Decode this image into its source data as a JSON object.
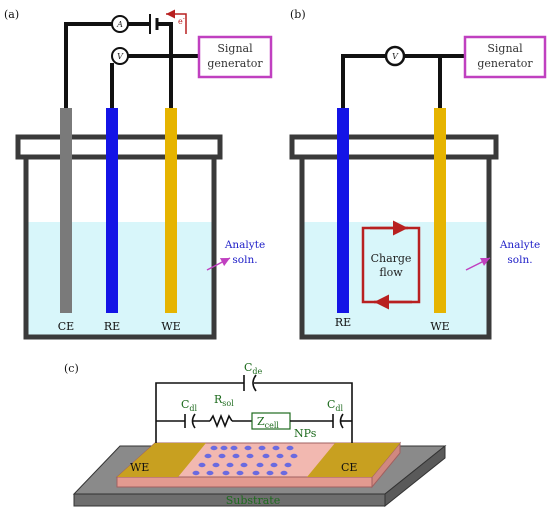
{
  "panel_a": {
    "label": "(a)",
    "signal_generator": [
      "Signal",
      "generator"
    ],
    "ammeter": "A",
    "voltmeter": "V",
    "electron": "e",
    "electron_sup": "-",
    "analyte": [
      "Analyte",
      "soln."
    ],
    "electrodes": [
      "CE",
      "RE",
      "WE"
    ]
  },
  "panel_b": {
    "label": "(b)",
    "signal_generator": [
      "Signal",
      "generator"
    ],
    "voltmeter": "V",
    "charge_flow": [
      "Charge",
      "flow"
    ],
    "analyte": [
      "Analyte",
      "soln."
    ],
    "electrodes": [
      "RE",
      "WE"
    ]
  },
  "panel_c": {
    "label": "(c)",
    "c_de": "C",
    "c_de_sub": "de",
    "c_dl": "C",
    "c_dl_sub": "dl",
    "r_sol": "R",
    "r_sol_sub": "sol",
    "z_cell": "Z",
    "z_cell_sub": "cell",
    "nps": "NPs",
    "we": "WE",
    "ce": "CE",
    "substrate": "Substrate"
  },
  "colors": {
    "ce": "#7a7a7a",
    "re": "#1414e6",
    "we": "#e6b400",
    "solution": "#d8f6fa",
    "frame": "#3a3a3a",
    "wire": "#111111",
    "generator_border": "#c040c0",
    "charge_loop": "#b82020",
    "pink_film": "#f2b8b0",
    "gold_pad": "#c8a020",
    "np": "#6a6ae0",
    "substrate": "#8a8a8a"
  }
}
